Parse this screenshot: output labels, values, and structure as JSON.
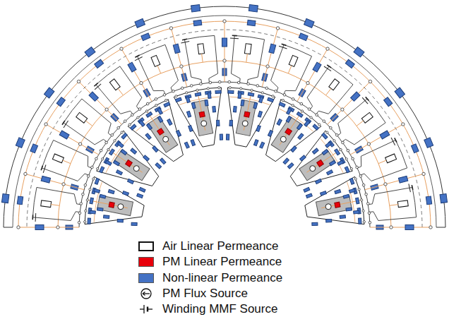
{
  "diagram": {
    "legend": [
      {
        "text": "Air Linear Permeance",
        "color": "#ffffff"
      },
      {
        "text": "PM Linear Permeance",
        "color": "#e8000b"
      },
      {
        "text": "Non-linear Permeance",
        "color": "#4472c4"
      },
      {
        "text": "PM Flux Source"
      },
      {
        "text": "Winding MMF Source"
      }
    ]
  }
}
